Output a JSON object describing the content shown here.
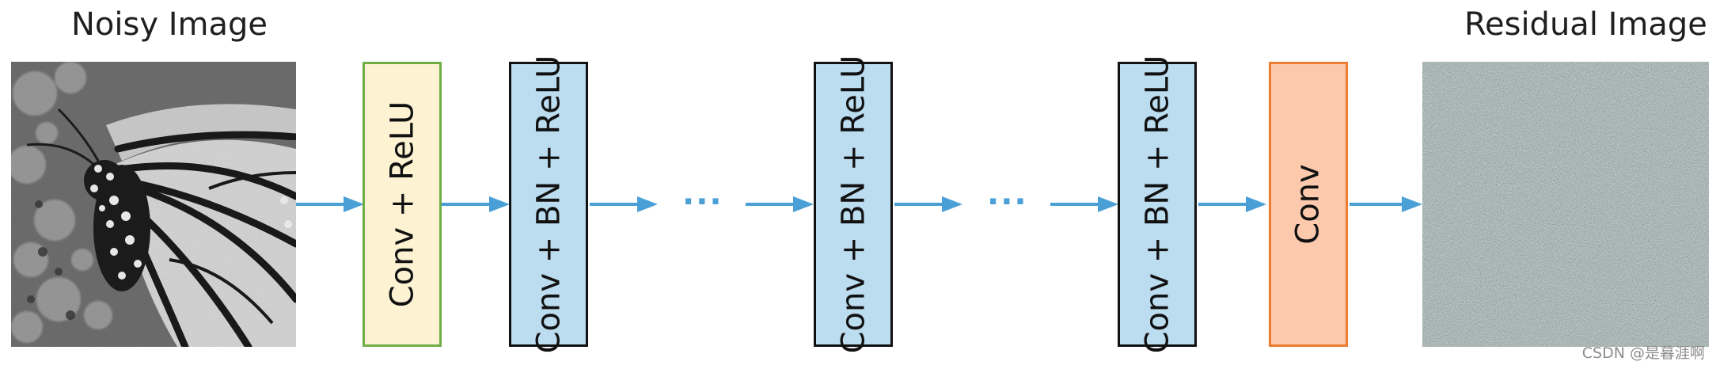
{
  "input_caption": "Noisy Image",
  "output_caption": "Residual Image",
  "blocks": [
    {
      "label": "Conv + ReLU"
    },
    {
      "label": "Conv + BN + ReLU"
    },
    {
      "label": "Conv + BN + ReLU"
    },
    {
      "label": "Conv + BN + ReLU"
    },
    {
      "label": "Conv"
    }
  ],
  "ellipsis": [
    "···",
    "···"
  ],
  "watermark": "CSDN @是暮涯啊",
  "colors": {
    "arrow": "#4a9fd6",
    "conv_relu_fill": "#fdf3d3",
    "conv_relu_border": "#70ad47",
    "bn_fill": "#bcdcf0",
    "bn_border": "#111111",
    "conv_fill": "#fdc9ad",
    "conv_border": "#ed7d31"
  }
}
